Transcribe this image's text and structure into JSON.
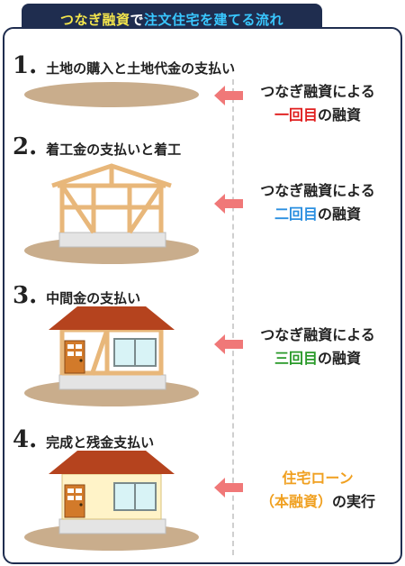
{
  "title": {
    "part1": "つなぎ融資",
    "part2": "で",
    "part3": "注文住宅を建てる流れ"
  },
  "steps": [
    {
      "number": "1.",
      "label": "土地の購入と土地代金の支払い",
      "note_line1": "つなぎ融資による",
      "note_ordinal": "一回目",
      "note_suffix": "の融資"
    },
    {
      "number": "2.",
      "label": "着工金の支払いと着工",
      "note_line1": "つなぎ融資による",
      "note_ordinal": "二回目",
      "note_suffix": "の融資"
    },
    {
      "number": "3.",
      "label": "中間金の支払い",
      "note_line1": "つなぎ融資による",
      "note_ordinal": "三回目",
      "note_suffix": "の融資"
    },
    {
      "number": "4.",
      "label": "完成と残金支払い",
      "note_line1": "住宅ローン",
      "note_paren": "（本融資）",
      "note_suffix": "の実行"
    }
  ],
  "colors": {
    "frame": "#1f2d4f",
    "ordinal_1": "#e01f1f",
    "ordinal_2": "#2b8fe0",
    "ordinal_3": "#2a9a2a",
    "loan": "#f0a020",
    "arrow": "#f07878",
    "roof": "#b5431e",
    "ground": "#c9ad8c"
  },
  "icons": [
    "land-icon",
    "frame-house-icon",
    "half-built-house-icon",
    "completed-house-icon",
    "left-arrow-icon"
  ]
}
